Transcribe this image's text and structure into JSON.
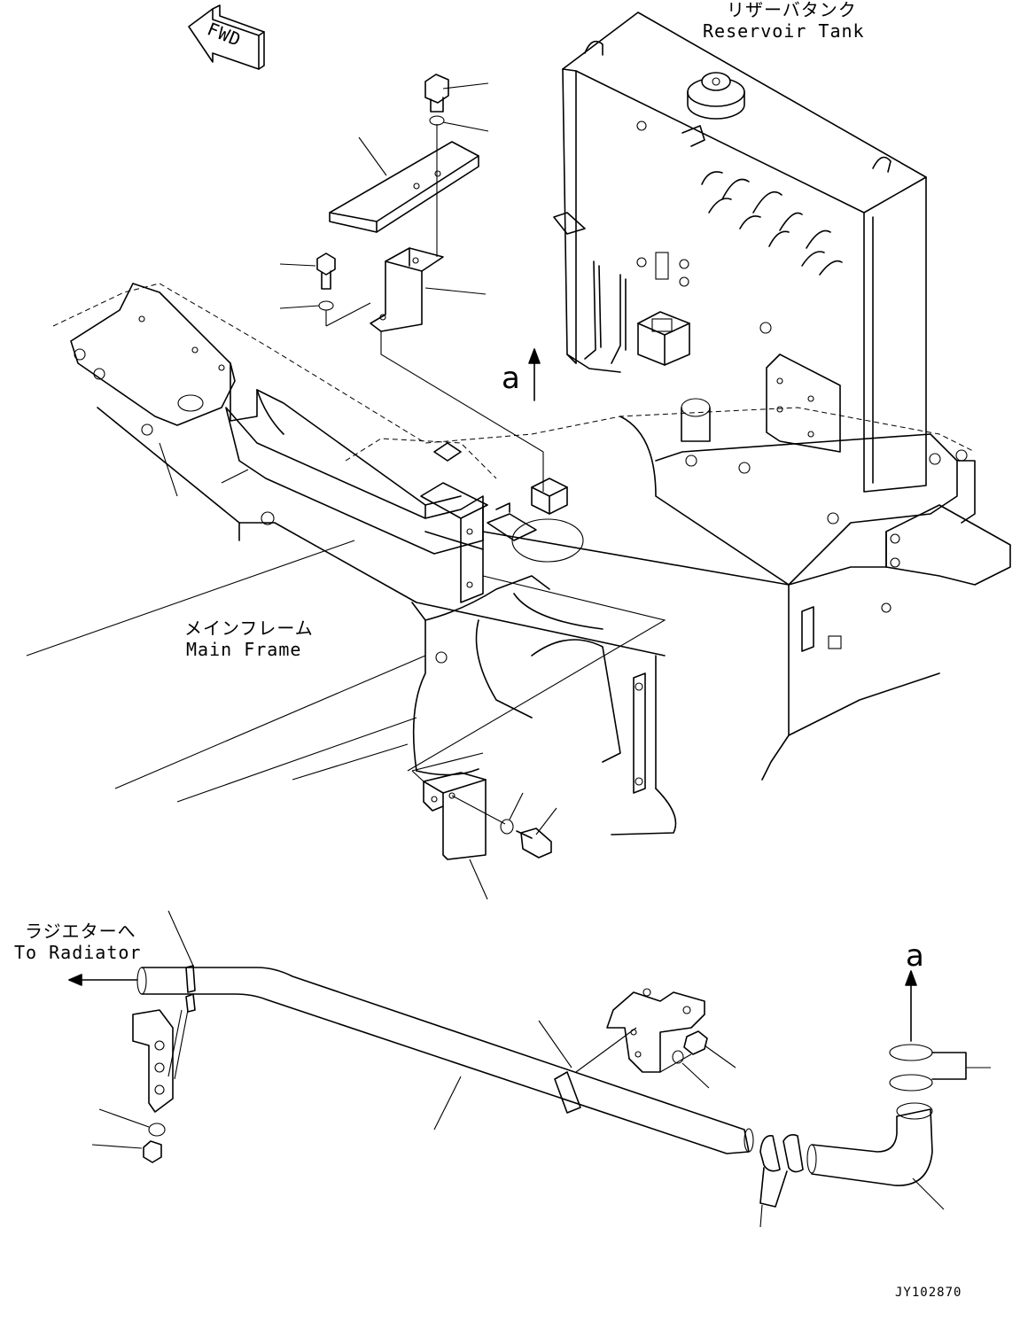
{
  "labels": {
    "fwd": "FWD",
    "reservoir_jp": "リザーバタンク",
    "reservoir_en": "Reservoir Tank",
    "main_frame_jp": "メインフレーム",
    "main_frame_en": "Main Frame",
    "radiator_jp": "ラジエターへ",
    "radiator_en": "To Radiator",
    "view_arrow_upper": "a",
    "view_arrow_lower": "a",
    "drawing_code": "JY102870"
  }
}
